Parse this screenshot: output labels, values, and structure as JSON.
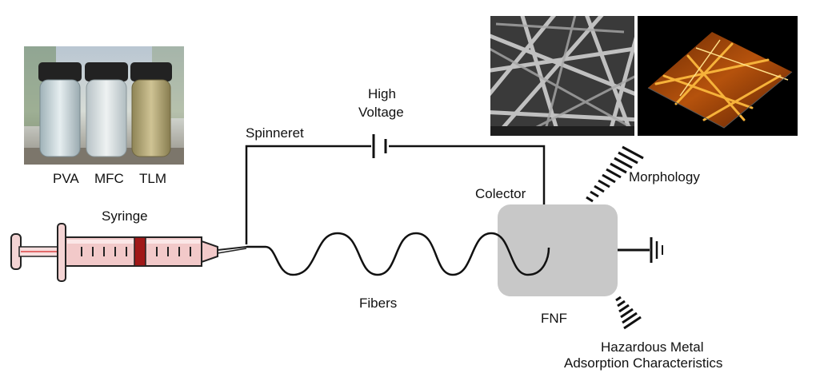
{
  "labels": {
    "pva": "PVA",
    "mfc": "MFC",
    "tlm": "TLM",
    "syringe": "Syringe",
    "spinneret": "Spinneret",
    "high_voltage_line1": "High",
    "high_voltage_line2": "Voltage",
    "colector": "Colector",
    "fibers": "Fibers",
    "fnf": "FNF",
    "morphology": "Morphology",
    "hazardous_line1": "Hazardous Metal",
    "hazardous_line2": "Adsorption Characteristics"
  },
  "colors": {
    "syringe_fill": "#f2c9c9",
    "syringe_plunger": "#a01818",
    "collector_fill": "#c8c8c8",
    "line": "#111111",
    "sem_bg": "#3a3a3a",
    "afm_bg": "#000000",
    "afm_fiber": "#f0a020"
  },
  "images": {
    "vials_photo": "three vials photo",
    "sem_image": "SEM micrograph of nanofibers",
    "afm_image": "3D AFM topography of nanofibers"
  }
}
